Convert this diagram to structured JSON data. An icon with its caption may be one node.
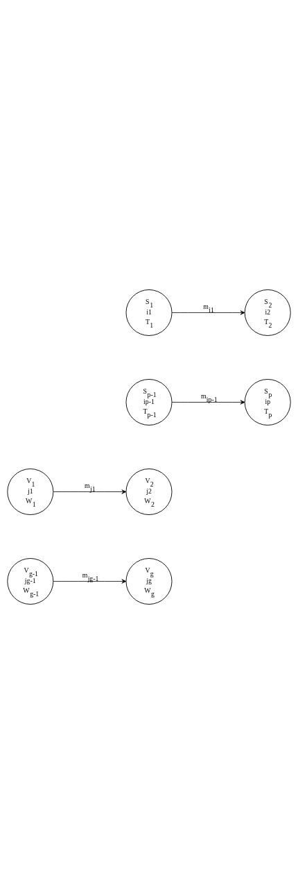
{
  "diagram": {
    "nodes": [
      {
        "text": [
          "S$_{1}$",
          "i1",
          "T$_{1}$"
        ]
      },
      {
        "text": [
          "S$_{2}$",
          "i2",
          "T$_{2}$"
        ]
      },
      {
        "text": [
          "S$_{p-1}$",
          "ip-1",
          "T$_{p-1}$"
        ]
      },
      {
        "text": [
          "S$_{p}$",
          "ip",
          "T$_{p}$"
        ]
      },
      {
        "text": [
          "V$_{2}$",
          "j2",
          "W$_{2}$"
        ]
      },
      {
        "text": [
          "V$_{1}$",
          "j1",
          "W$_{1}$"
        ]
      },
      {
        "text": [
          "V$_{g}$",
          "jg",
          "W$_{g}$"
        ]
      },
      {
        "text": [
          "V$_{g-1}$",
          "jg-1",
          "W$_{g-1}$"
        ]
      }
    ],
    "edges": [
      {
        "from": 0,
        "to": 1,
        "arrow": "to",
        "label": "m$_{i1}$"
      },
      {
        "from": 2,
        "to": 3,
        "arrow": "to",
        "label": "m$_{ip-1}$"
      },
      {
        "from": 5,
        "to": 4,
        "arrow": "to",
        "label": "m$_{j1}$"
      },
      {
        "from": 7,
        "to": 6,
        "arrow": "to",
        "label": "m$_{jg-1}$"
      }
    ]
  }
}
